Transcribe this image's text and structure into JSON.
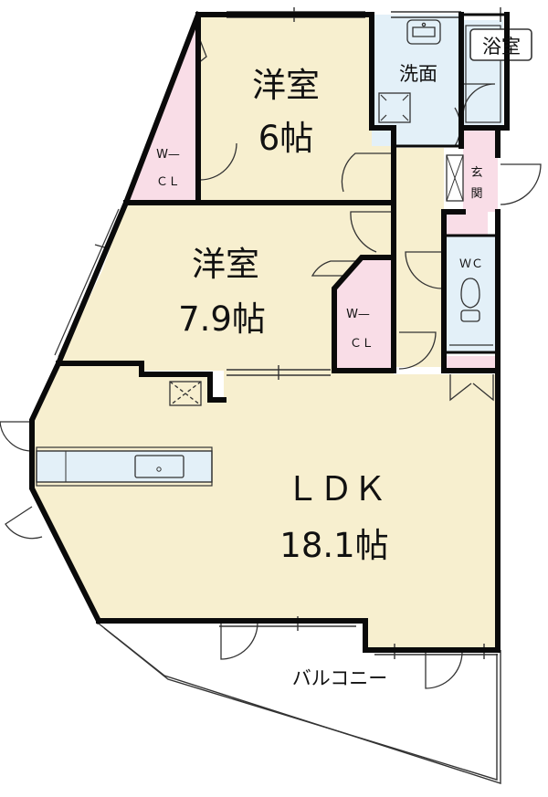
{
  "colors": {
    "floor": "#f7efcf",
    "closet": "#f9dde7",
    "wet": "#e3f0f8",
    "wall": "#0a0a0a",
    "thin": "#333333"
  },
  "rooms": {
    "western1": {
      "name": "洋室",
      "size": "6帖"
    },
    "western2": {
      "name": "洋室",
      "size": "7.9帖"
    },
    "ldk": {
      "name": "ＬＤＫ",
      "size": "18.1帖"
    },
    "wcl1": {
      "line1": "W—",
      "line2": "ＣＬ"
    },
    "wcl2": {
      "line1": "W—",
      "line2": "ＣＬ"
    },
    "washroom": {
      "name": "洗面"
    },
    "bathroom": {
      "name": "浴室"
    },
    "entrance": {
      "char1": "玄",
      "char2": "関"
    },
    "toilet": {
      "name": "ＷＣ"
    },
    "balcony": {
      "name": "バルコニー"
    }
  }
}
